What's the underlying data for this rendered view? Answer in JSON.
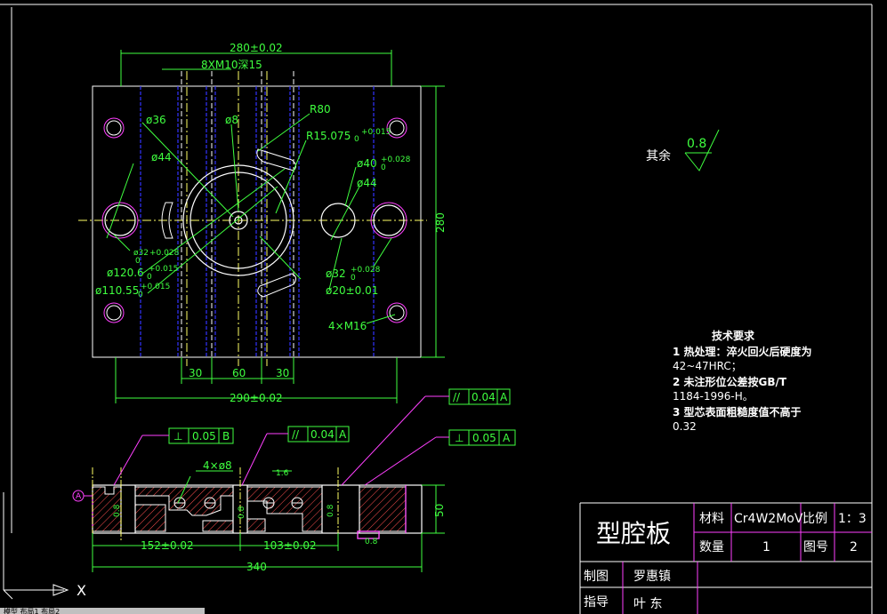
{
  "colors": {
    "background": "#000000",
    "outline": "#ffffff",
    "dimension": "#3fff3f",
    "center_line": "#ffff66",
    "hidden_line": "#3333ff",
    "hatch": "#ff5050",
    "hole_mark": "#ff40ff",
    "leader": "#ff40ff"
  },
  "top_view": {
    "width_top": "280±0.02",
    "threads": "8XM10深15",
    "d36": "ø36",
    "d8": "ø8",
    "r80": "R80",
    "r15": "R15.075",
    "r15_tol_up": "+0.015",
    "r15_tol_dn": "0",
    "d44_left": "ø44",
    "d40": "ø40",
    "d40_tol_up": "+0.028",
    "d40_tol_dn": "0",
    "d44_right": "ø44",
    "height_side": "280",
    "d32_left": "ø32",
    "d32_left_tol_up": "+0.028",
    "d32_left_tol_dn": "0",
    "d120": "ø120.6",
    "d120_tol_up": "+0.015",
    "d120_tol_dn": "0",
    "d110": "ø110.55",
    "d110_tol_up": "+0.015",
    "d110_tol_dn": "0",
    "d32_right": "ø32",
    "d32_right_tol_up": "+0.028",
    "d32_right_tol_dn": "0",
    "d20": "ø20±0.01",
    "m16": "4×M16",
    "dim_30_left": "30",
    "dim_60": "60",
    "dim_30_right": "30",
    "width_bottom": "290±0.02"
  },
  "section_view": {
    "perp_b_symbol": "⊥",
    "perp_b_value": "0.05",
    "perp_b_datum": "B",
    "par_a1_symbol": "//",
    "par_a1_value": "0.04",
    "par_a1_datum": "A",
    "par_a2_symbol": "//",
    "par_a2_value": "0.04",
    "par_a2_datum": "A",
    "perp_a_symbol": "⊥",
    "perp_a_value": "0.05",
    "perp_a_datum": "A",
    "holes_4x8": "4×ø8",
    "roughness_16": "1.6",
    "roughness_08_a": "0.8",
    "roughness_08_b": "0.8",
    "roughness_08_c": "0.8",
    "roughness_08_d": "0.8",
    "datum_a": "A",
    "thickness": "50",
    "dim_152": "152±0.02",
    "dim_103": "103±0.02",
    "dim_340": "340"
  },
  "surface_note": {
    "label": "其余",
    "value": "0.8"
  },
  "tech_requirements": {
    "title": "技术要求",
    "line1": "1  热处理：淬火回火后硬度为",
    "line2": "42~47HRC；",
    "line3": "2  未注形位公差按GB/T",
    "line4": "1184-1996-H。",
    "line5": "3  型芯表面粗糙度值不高于",
    "line6": "0.32"
  },
  "title_block": {
    "part_name": "型腔板",
    "material_label": "材料",
    "material_value": "Cr4W2MoV",
    "scale_label": "比例",
    "scale_value": "1：3",
    "quantity_label": "数量",
    "quantity_value": "1",
    "drawing_no_label": "图号",
    "drawing_no_value": "2",
    "drafter_label": "制图",
    "drafter_name": "罗惠镇",
    "advisor_label": "指导",
    "advisor_name": "叶  东"
  },
  "ucs": {
    "x_label": "X"
  },
  "command_line": {
    "text": "模型  布局1  布局2"
  }
}
